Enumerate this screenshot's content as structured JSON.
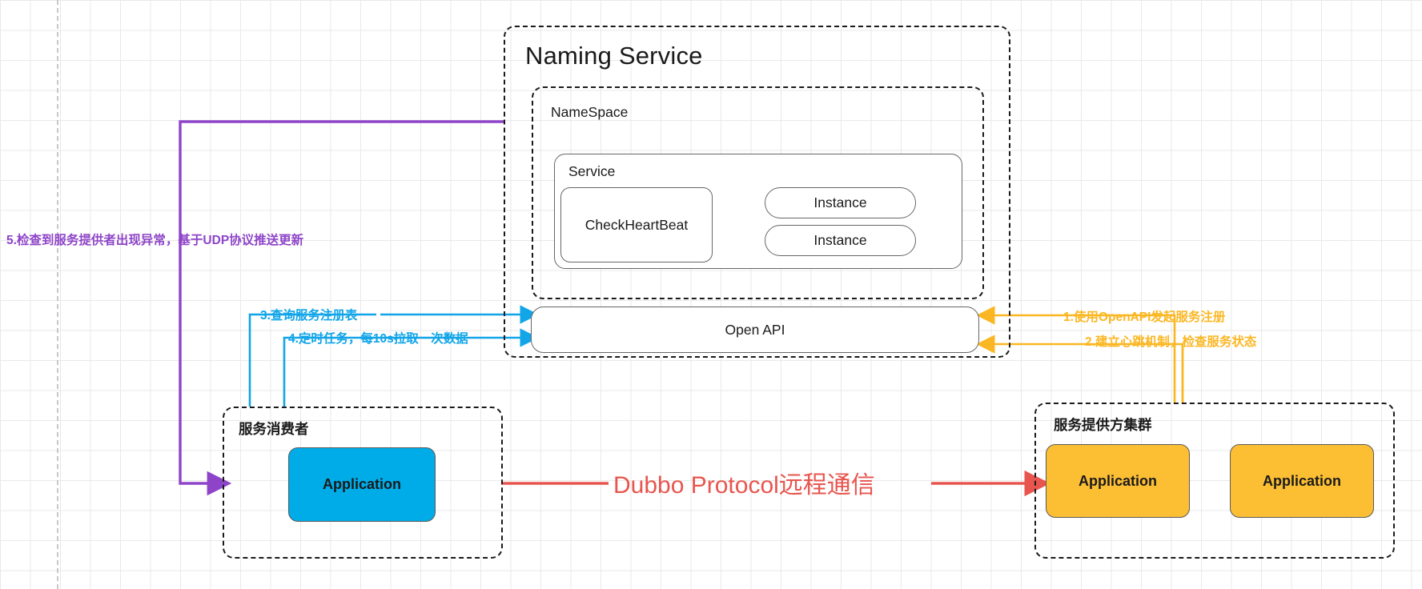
{
  "diagram": {
    "title": "Naming Service",
    "namespace": {
      "title": "NameSpace"
    },
    "service": {
      "title": "Service",
      "checkheartbeat": "CheckHeartBeat",
      "instances": [
        "Instance",
        "Instance"
      ]
    },
    "open_api": {
      "label": "Open API"
    },
    "consumer": {
      "title": "服务消费者",
      "app_label": "Application",
      "app_color": "#00ace8"
    },
    "provider": {
      "title": "服务提供方集群",
      "apps": [
        {
          "label": "Application",
          "color": "#fcbe33"
        },
        {
          "label": "Application",
          "color": "#fcbe33"
        }
      ]
    },
    "annotations": {
      "step1": "1.使用OpenAPI发起服务注册",
      "step2": "2.建立心跳机制，检查服务状态",
      "step3": "3.查询服务注册表",
      "step4": "4.定时任务，每10s拉取一次数据",
      "step5": "5.检查到服务提供者出现异常，基于UDP协议推送更新",
      "dubbo": "Dubbo Protocol远程通信"
    },
    "colors": {
      "purple": "#8E44C8",
      "blue": "#12A5E8",
      "orange": "#FBB723",
      "red": "#E8554E",
      "grid": "#e9e9e9",
      "outline": "#1a1a1a"
    }
  }
}
